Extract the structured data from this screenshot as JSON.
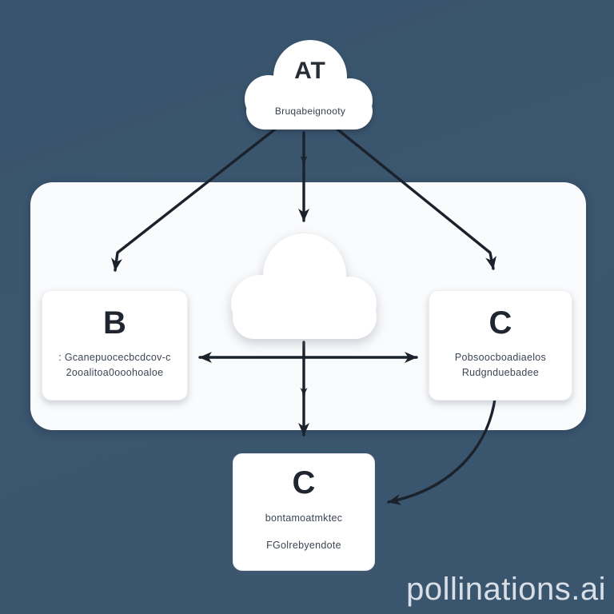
{
  "colors": {
    "background": "#3b566f",
    "panel": "#fafbfc",
    "node_box": "#ffffff",
    "arrow_ink": "#1b222c",
    "watermark_text": "#e0e7ed"
  },
  "top_cloud": {
    "title": "AT",
    "subtitle": "Bruqabeignooty"
  },
  "middle_cloud": {
    "label": ""
  },
  "left_box": {
    "letter": "B",
    "line1": ": Gcanepuocecbcdcov-c",
    "line2": "2ooalitoa0ooohoaloe"
  },
  "right_box": {
    "letter": "C",
    "line1": "Pobsoocboadiaelos",
    "line2": "Rudgnduebadee"
  },
  "bottom_box": {
    "letter": "C",
    "line1": "bontamoatmktec",
    "line2": "FGolrebyendote"
  },
  "watermark": "pollinations.ai",
  "icons": {
    "top_cloud_shape": "cloud-icon",
    "middle_cloud_shape": "cloud-icon"
  }
}
